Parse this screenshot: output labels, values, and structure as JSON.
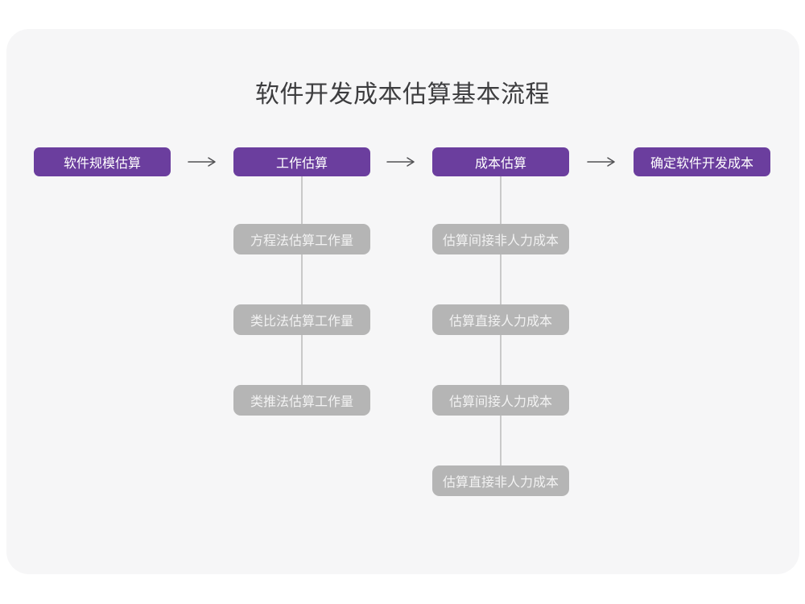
{
  "title": "软件开发成本估算基本流程",
  "palette": {
    "stage_bg": "#6b3e9e",
    "stage_text": "#ffffff",
    "sub_bg": "#b5b5b5",
    "sub_text": "#f2f2f2",
    "card_bg": "#f6f6f7",
    "title_text": "#3d3d3f",
    "arrow": "#515153",
    "connector": "#c9c9c9"
  },
  "flow": {
    "stages": [
      {
        "label": "软件规模估算"
      },
      {
        "label": "工作估算"
      },
      {
        "label": "成本估算"
      },
      {
        "label": "确定软件开发成本"
      }
    ],
    "work_methods": [
      {
        "label": "方程法估算工作量"
      },
      {
        "label": "类比法估算工作量"
      },
      {
        "label": "类推法估算工作量"
      }
    ],
    "cost_items": [
      {
        "label": "估算间接非人力成本"
      },
      {
        "label": "估算直接人力成本"
      },
      {
        "label": "估算间接人力成本"
      },
      {
        "label": "估算直接非人力成本"
      }
    ]
  }
}
